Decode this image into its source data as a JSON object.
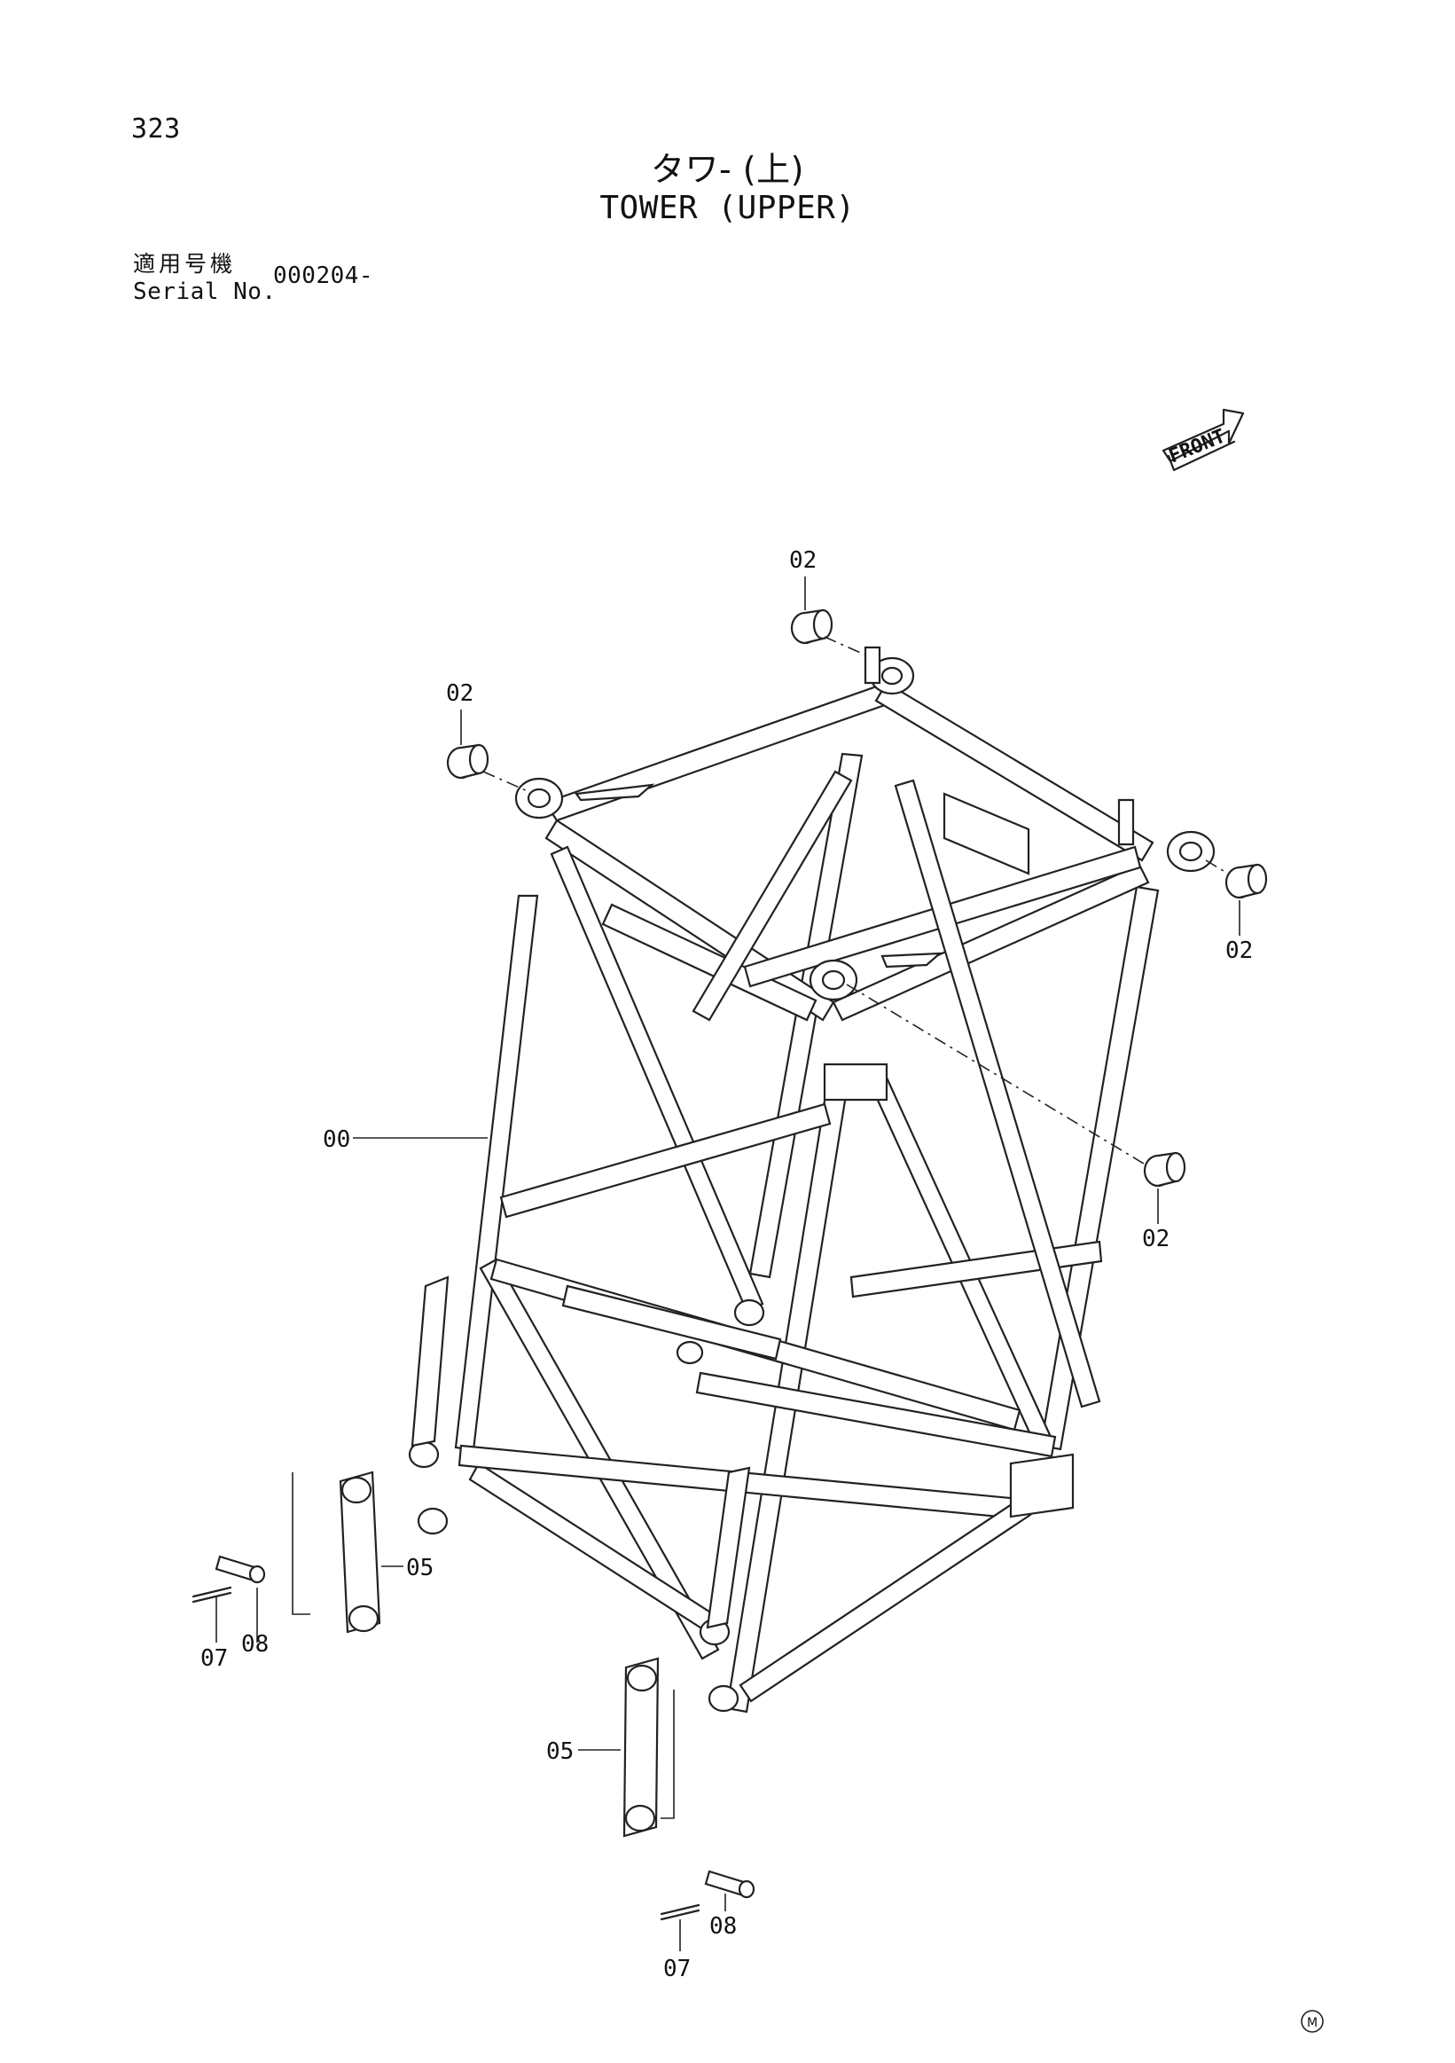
{
  "header": {
    "page_number": "323",
    "title_jp": "タワ- (上)",
    "title_en": "TOWER (UPPER)"
  },
  "serial": {
    "label_jp": "適用号機",
    "label_en": "Serial No.",
    "value": "000204-"
  },
  "direction_arrow": {
    "label": "FRONT"
  },
  "callouts": {
    "c00": "00",
    "c02_top": "02",
    "c02_left": "02",
    "c02_right": "02",
    "c02_mid": "02",
    "c05_left": "05",
    "c05_bottom": "05",
    "c07_left": "07",
    "c08_left": "08",
    "c07_bottom": "07",
    "c08_bottom": "08"
  },
  "mark": "M"
}
